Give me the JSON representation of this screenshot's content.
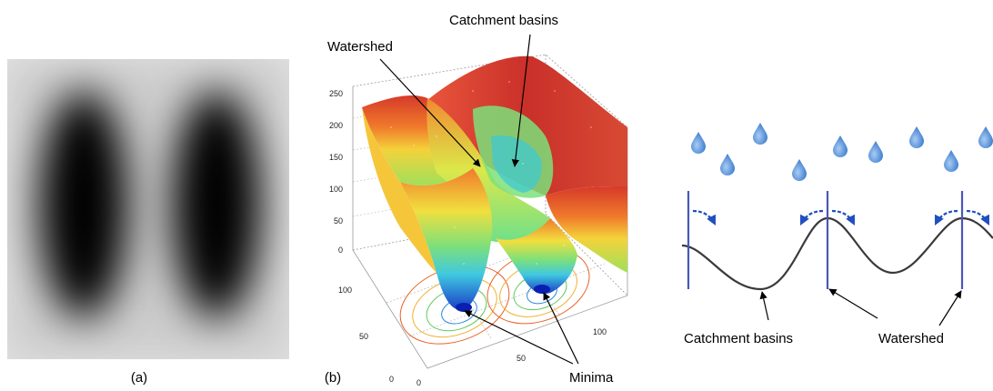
{
  "panel_a": {
    "caption": "(a)"
  },
  "panel_b": {
    "caption": "(b)",
    "watershed_label": "Watershed",
    "catchment_label": "Catchment basins",
    "minima_label": "Minima",
    "z_ticks": [
      "250",
      "200",
      "150",
      "100",
      "50",
      "0"
    ],
    "y_ticks": [
      "100",
      "50",
      "0"
    ],
    "x_ticks": [
      "0",
      "50",
      "100"
    ]
  },
  "panel_c": {
    "catchment_label": "Catchment basins",
    "watershed_label": "Watershed",
    "drop_icon": "water-drop-icon",
    "curve_color": "#3a3a3a",
    "line_color": "#4a57b8",
    "arrow_color": "#1f4fc0"
  },
  "colors": {
    "dark": "#000000",
    "mid_grey": "#bdbdbd",
    "drop_blue": "#5b8fd6"
  }
}
